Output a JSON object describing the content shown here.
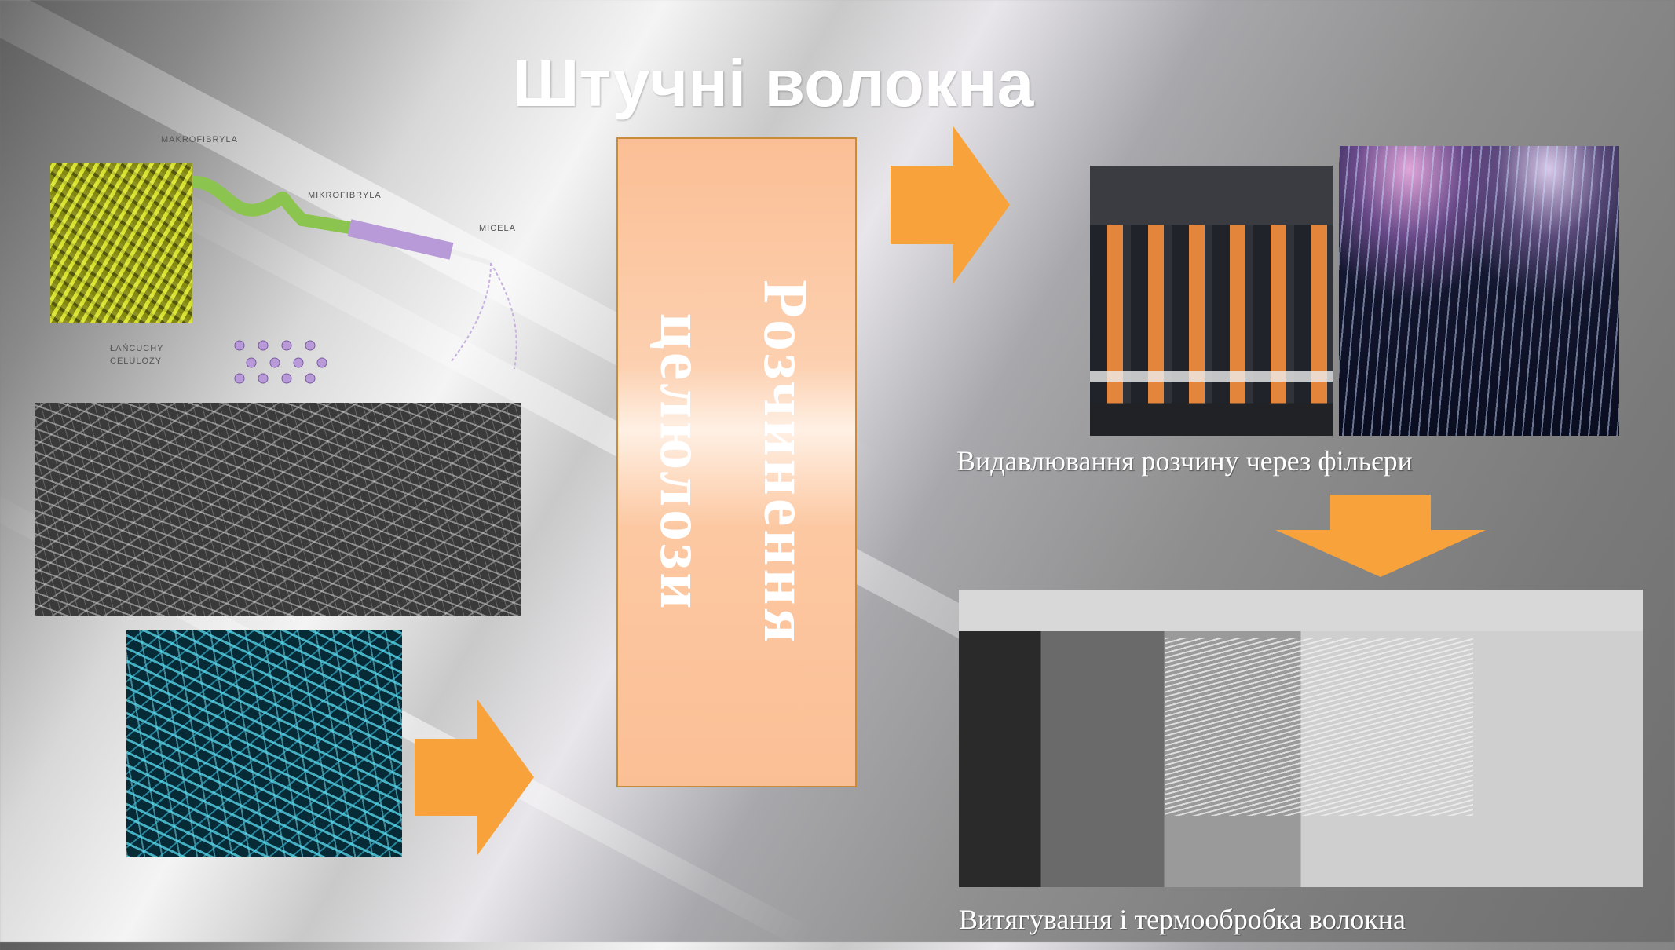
{
  "slide": {
    "title": "Штучні волокна",
    "diagram_labels": {
      "macrofibril": "MAKROFIBRYLA",
      "microfibril": "MIKROFIBRYLA",
      "micelle": "MICELA",
      "cellulose_chains_1": "ŁAŃCUCHY",
      "cellulose_chains_2": "CELULOZY"
    },
    "process_box": {
      "line1": "Розчинення",
      "line2": "целюлози"
    },
    "caption_extrusion": "Видавлювання розчину через фільєри",
    "caption_drawing": "Витягування і термообробка волокна",
    "colors": {
      "arrow": "#f7a23a",
      "box": "#fbbf95"
    }
  }
}
